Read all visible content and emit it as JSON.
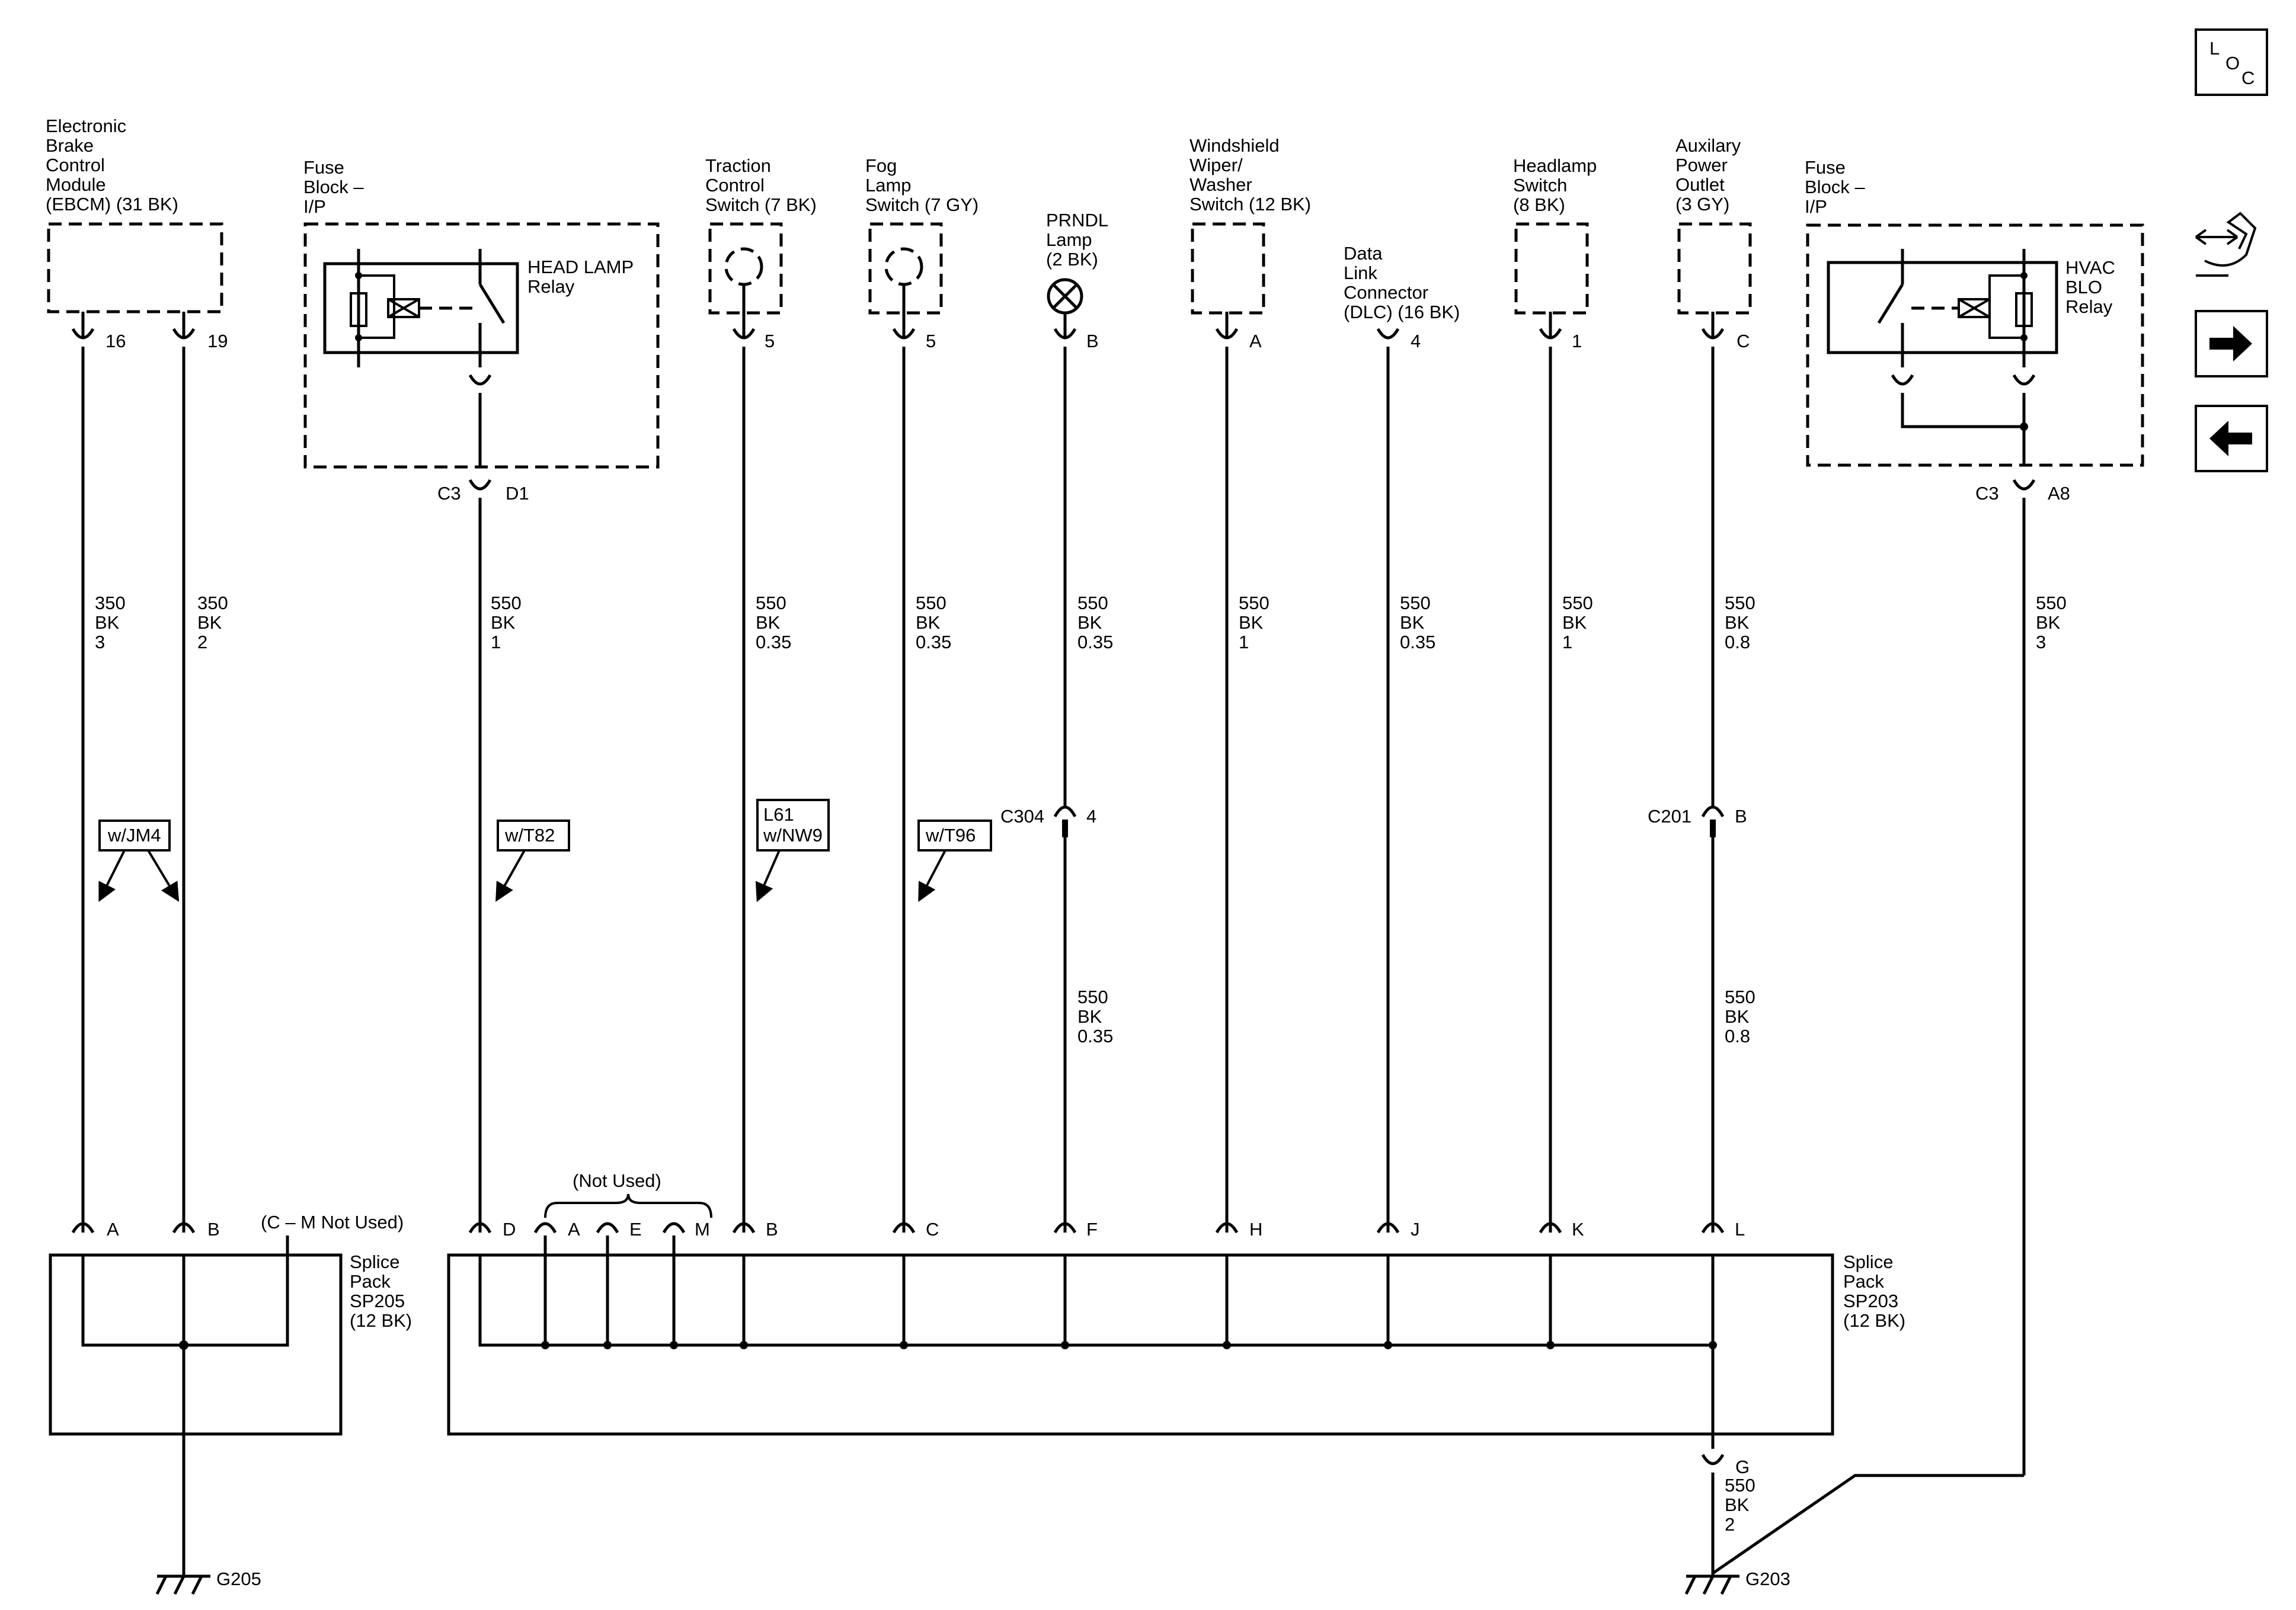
{
  "nav": {
    "loc_l": "L",
    "loc_o": "O",
    "loc_c": "C",
    "colors": {
      "ink": "#000000",
      "paper": "#ffffff"
    },
    "icons": [
      "loc-icon",
      "connector-end-view-icon",
      "next-page-arrow-icon",
      "previous-page-arrow-icon"
    ]
  },
  "components": {
    "ebcm": {
      "lines": [
        "Electronic",
        "Brake",
        "Control",
        "Module",
        "(EBCM) (31 BK)"
      ],
      "pins": [
        "16",
        "19"
      ]
    },
    "fuse_left": {
      "lines": [
        "Fuse",
        "Block –",
        "I/P"
      ],
      "relay_lines": [
        "HEAD LAMP",
        "Relay"
      ]
    },
    "traction": {
      "lines": [
        "Traction",
        "Control",
        "Switch (7 BK)"
      ],
      "pin": "5"
    },
    "fog": {
      "lines": [
        "Fog",
        "Lamp",
        "Switch (7 GY)"
      ],
      "pin": "5"
    },
    "prndl": {
      "lines": [
        "PRNDL",
        "Lamp",
        "(2 BK)"
      ],
      "pin": "B"
    },
    "wiper": {
      "lines": [
        "Windshield",
        "Wiper/",
        "Washer",
        "Switch (12 BK)"
      ],
      "pin": "A"
    },
    "dlc": {
      "lines": [
        "Data",
        "Link",
        "Connector",
        "(DLC) (16 BK)"
      ],
      "pin": "4"
    },
    "headlamp": {
      "lines": [
        "Headlamp",
        "Switch",
        "(8 BK)"
      ],
      "pin": "1"
    },
    "aux": {
      "lines": [
        "Auxilary",
        "Power",
        "Outlet",
        "(3 GY)"
      ],
      "pin": "C"
    },
    "fuse_right": {
      "lines": [
        "Fuse",
        "Block –",
        "I/P"
      ],
      "relay_lines": [
        "HVAC",
        "BLO",
        "Relay"
      ]
    }
  },
  "connectors": {
    "c3_left": {
      "name": "C3",
      "pin": "D1"
    },
    "c3_right": {
      "name": "C3",
      "pin": "A8"
    },
    "c304": {
      "name": "C304",
      "pin": "4"
    },
    "c201": {
      "name": "C201",
      "pin": "B"
    }
  },
  "wires": {
    "w16": [
      "350",
      "BK",
      "3"
    ],
    "w19": [
      "350",
      "BK",
      "2"
    ],
    "whead": [
      "550",
      "BK",
      "1"
    ],
    "wtrac": [
      "550",
      "BK",
      "0.35"
    ],
    "wfog": [
      "550",
      "BK",
      "0.35"
    ],
    "wprndl_up": [
      "550",
      "BK",
      "0.35"
    ],
    "wprndl_low": [
      "550",
      "BK",
      "0.35"
    ],
    "wwiper": [
      "550",
      "BK",
      "1"
    ],
    "wdlc": [
      "550",
      "BK",
      "0.35"
    ],
    "wheadsw": [
      "550",
      "BK",
      "1"
    ],
    "waux_up": [
      "550",
      "BK",
      "0.8"
    ],
    "waux_low": [
      "550",
      "BK",
      "0.8"
    ],
    "whvac": [
      "550",
      "BK",
      "3"
    ],
    "wg203": [
      "550",
      "BK",
      "2"
    ]
  },
  "options": {
    "jm4": [
      "w/JM4"
    ],
    "t82": [
      "w/T82"
    ],
    "l61": [
      "L61",
      "w/NW9"
    ],
    "t96": [
      "w/T96"
    ]
  },
  "splice205": {
    "lines": [
      "Splice",
      "Pack",
      "SP205",
      "(12 BK)"
    ],
    "pins": [
      "A",
      "B"
    ],
    "note": "(C – M Not Used)"
  },
  "splice203": {
    "lines": [
      "Splice",
      "Pack",
      "SP203",
      "(12 BK)"
    ],
    "pins": [
      "D",
      "A",
      "E",
      "M",
      "B",
      "C",
      "F",
      "H",
      "J",
      "K",
      "L",
      "G"
    ],
    "not_used": "(Not Used)"
  },
  "grounds": {
    "g205": "G205",
    "g203": "G203"
  }
}
